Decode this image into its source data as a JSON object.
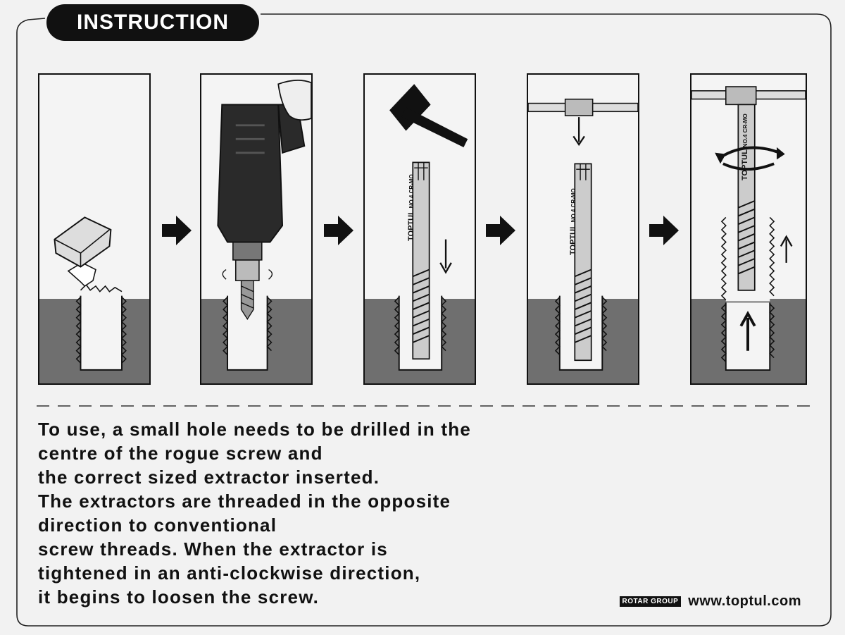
{
  "header": {
    "title": "INSTRUCTION"
  },
  "steps": [
    {
      "id": "broken-screw"
    },
    {
      "id": "drill-hole"
    },
    {
      "id": "hammer-in-extractor",
      "extractor_brand": "TOPTUL",
      "extractor_marking": "NO.4 CR-MO"
    },
    {
      "id": "attach-tap-wrench",
      "extractor_brand": "TOPTUL",
      "extractor_marking": "NO.4 CR-MO"
    },
    {
      "id": "turn-and-remove",
      "extractor_brand": "TOPTUL",
      "extractor_marking": "NO.4 CR-MO"
    }
  ],
  "instructions": {
    "lines": [
      "To use, a small hole needs to be drilled in the",
      "centre of the rogue screw and",
      "the correct sized extractor inserted.",
      "The extractors are threaded in the opposite",
      "direction to conventional",
      "screw threads. When the extractor is",
      "tightened in an anti-clockwise direction,",
      "it begins to loosen the screw."
    ]
  },
  "footer": {
    "logo_text": "ROTAR GROUP",
    "website": "www.toptul.com"
  },
  "colors": {
    "ink": "#111111",
    "ground": "#6f6f6f",
    "paper": "#f2f2f2"
  }
}
